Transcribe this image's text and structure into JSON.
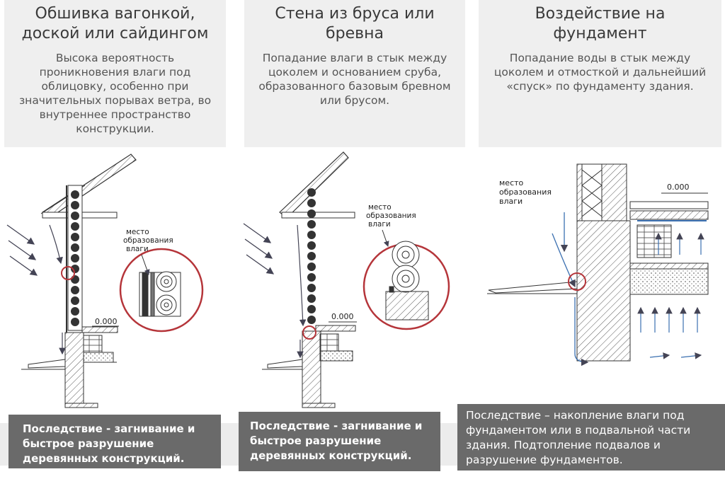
{
  "panels": [
    {
      "title": "Обшивка вагонкой, доской или сайдингом",
      "description": "Высока вероятность проникновения влаги под облицовку, особенно при значительных порывах ветра, во внутреннее пространство конструкции.",
      "result": "Последствие -  загнивание и быстрое разрушение деревянных конструкций."
    },
    {
      "title": "Стена из бруса или бревна",
      "description": "Попадание влаги в стык между цоколем и основанием сруба, образованного базовым бревном или брусом.",
      "result": "Последствие -  загнивание и быстрое разрушение деревянных конструкций."
    },
    {
      "title": "Воздействие на фундамент",
      "description": "Попадание воды в стык между цоколем и отмосткой и дальнейший  «спуск» по фундаменту здания.",
      "result": "Последствие – накопление влаги  под фундаментом или в подвальной части здания. Подтопление подвалов и разрушение фундаментов."
    }
  ],
  "diagram_labels": {
    "moisture_place_1": [
      "место",
      "образования",
      "влаги"
    ],
    "moisture_place_2": [
      "место",
      "образования",
      "влаги"
    ],
    "moisture_place_3": [
      "место",
      "образования",
      "влаги"
    ],
    "level_1": "0.000",
    "level_2": "0.000",
    "level_3": "0.000"
  },
  "colors": {
    "accent_circle": "#b5353a",
    "result_bg": "#6a6a6a",
    "header_bg": "#efefef"
  }
}
